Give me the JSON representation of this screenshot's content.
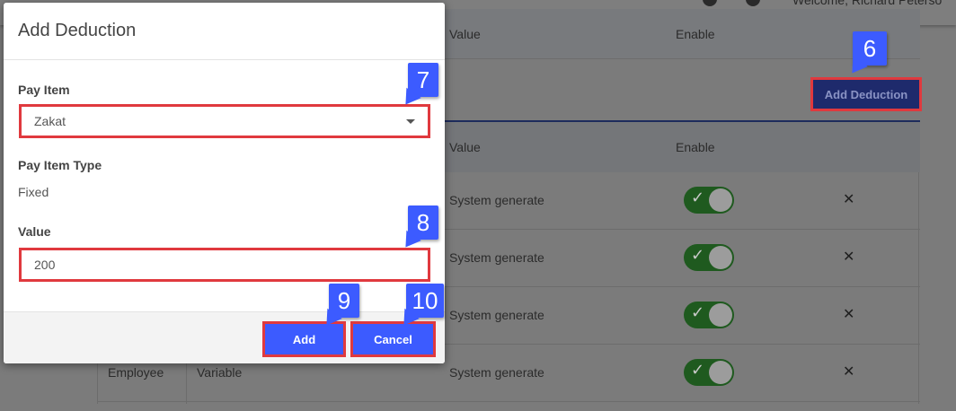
{
  "background": {
    "welcome_text": "Welcome, Richard Peterso",
    "header_value": "Value",
    "header_enable": "Enable",
    "add_deduction": "Add Deduction",
    "table_head": {
      "value": "Value",
      "enable": "Enable"
    },
    "rows": [
      {
        "col1": "",
        "col2": "",
        "value": "System generate"
      },
      {
        "col1": "",
        "col2": "",
        "value": "System generate"
      },
      {
        "col1": "",
        "col2": "",
        "value": "System generate"
      },
      {
        "col1": "Employee",
        "col2": "Variable",
        "value": "System generate"
      }
    ]
  },
  "modal": {
    "title": "Add Deduction",
    "pay_item_label": "Pay Item",
    "pay_item_value": "Zakat",
    "pay_item_type_label": "Pay Item Type",
    "pay_item_type_value": "Fixed",
    "value_label": "Value",
    "value_input": "200",
    "add_button": "Add",
    "cancel_button": "Cancel"
  },
  "callouts": {
    "c6": "6",
    "c7": "7",
    "c8": "8",
    "c9": "9",
    "c10": "10"
  },
  "colors": {
    "primary": "#3c5bff",
    "highlight": "#e0393e",
    "toggle": "#1f5a1f"
  }
}
